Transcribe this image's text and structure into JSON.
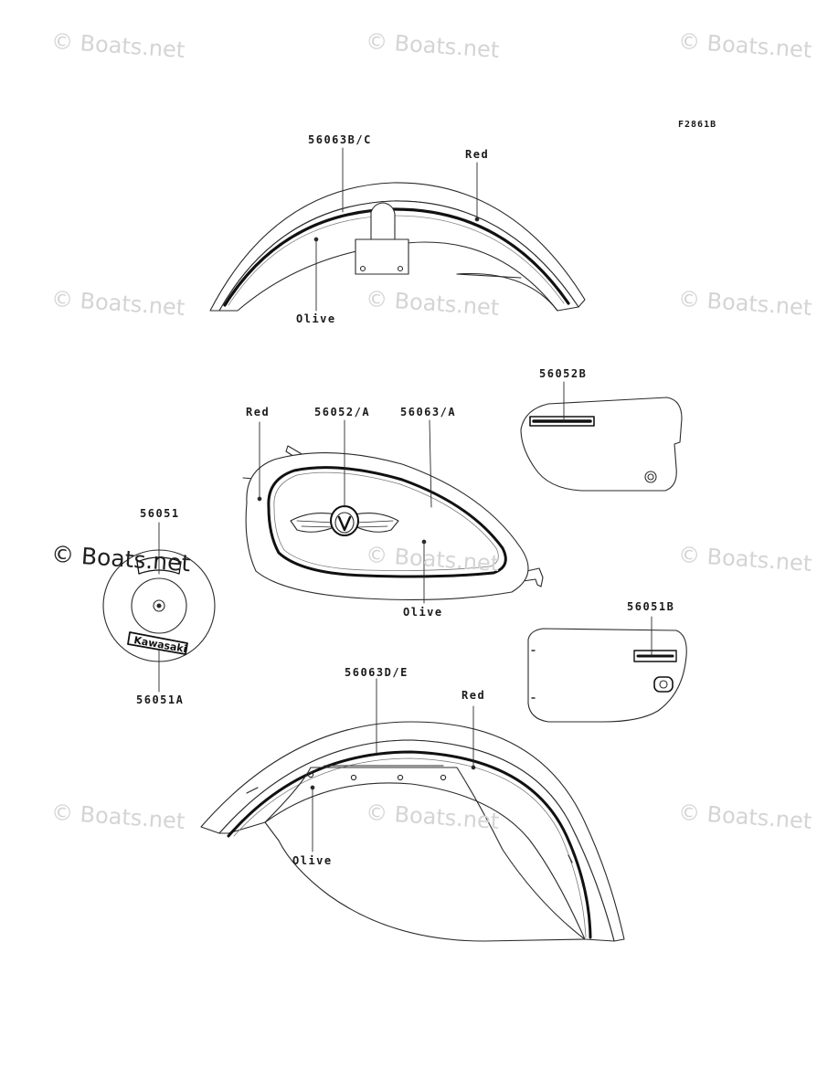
{
  "diagram": {
    "figure_code": "F2861B",
    "watermark": "© Boats.net",
    "labels": {
      "p56063bc": "56063B/C",
      "red1": "Red",
      "olive1": "Olive",
      "p56052b": "56052B",
      "red2": "Red",
      "p56052a": "56052/A",
      "p56063a": "56063/A",
      "p56051": "56051",
      "olive2": "Olive",
      "p56051b": "56051B",
      "p56051a": "56051A",
      "p56063de": "56063D/E",
      "red3": "Red",
      "olive3": "Olive"
    }
  }
}
